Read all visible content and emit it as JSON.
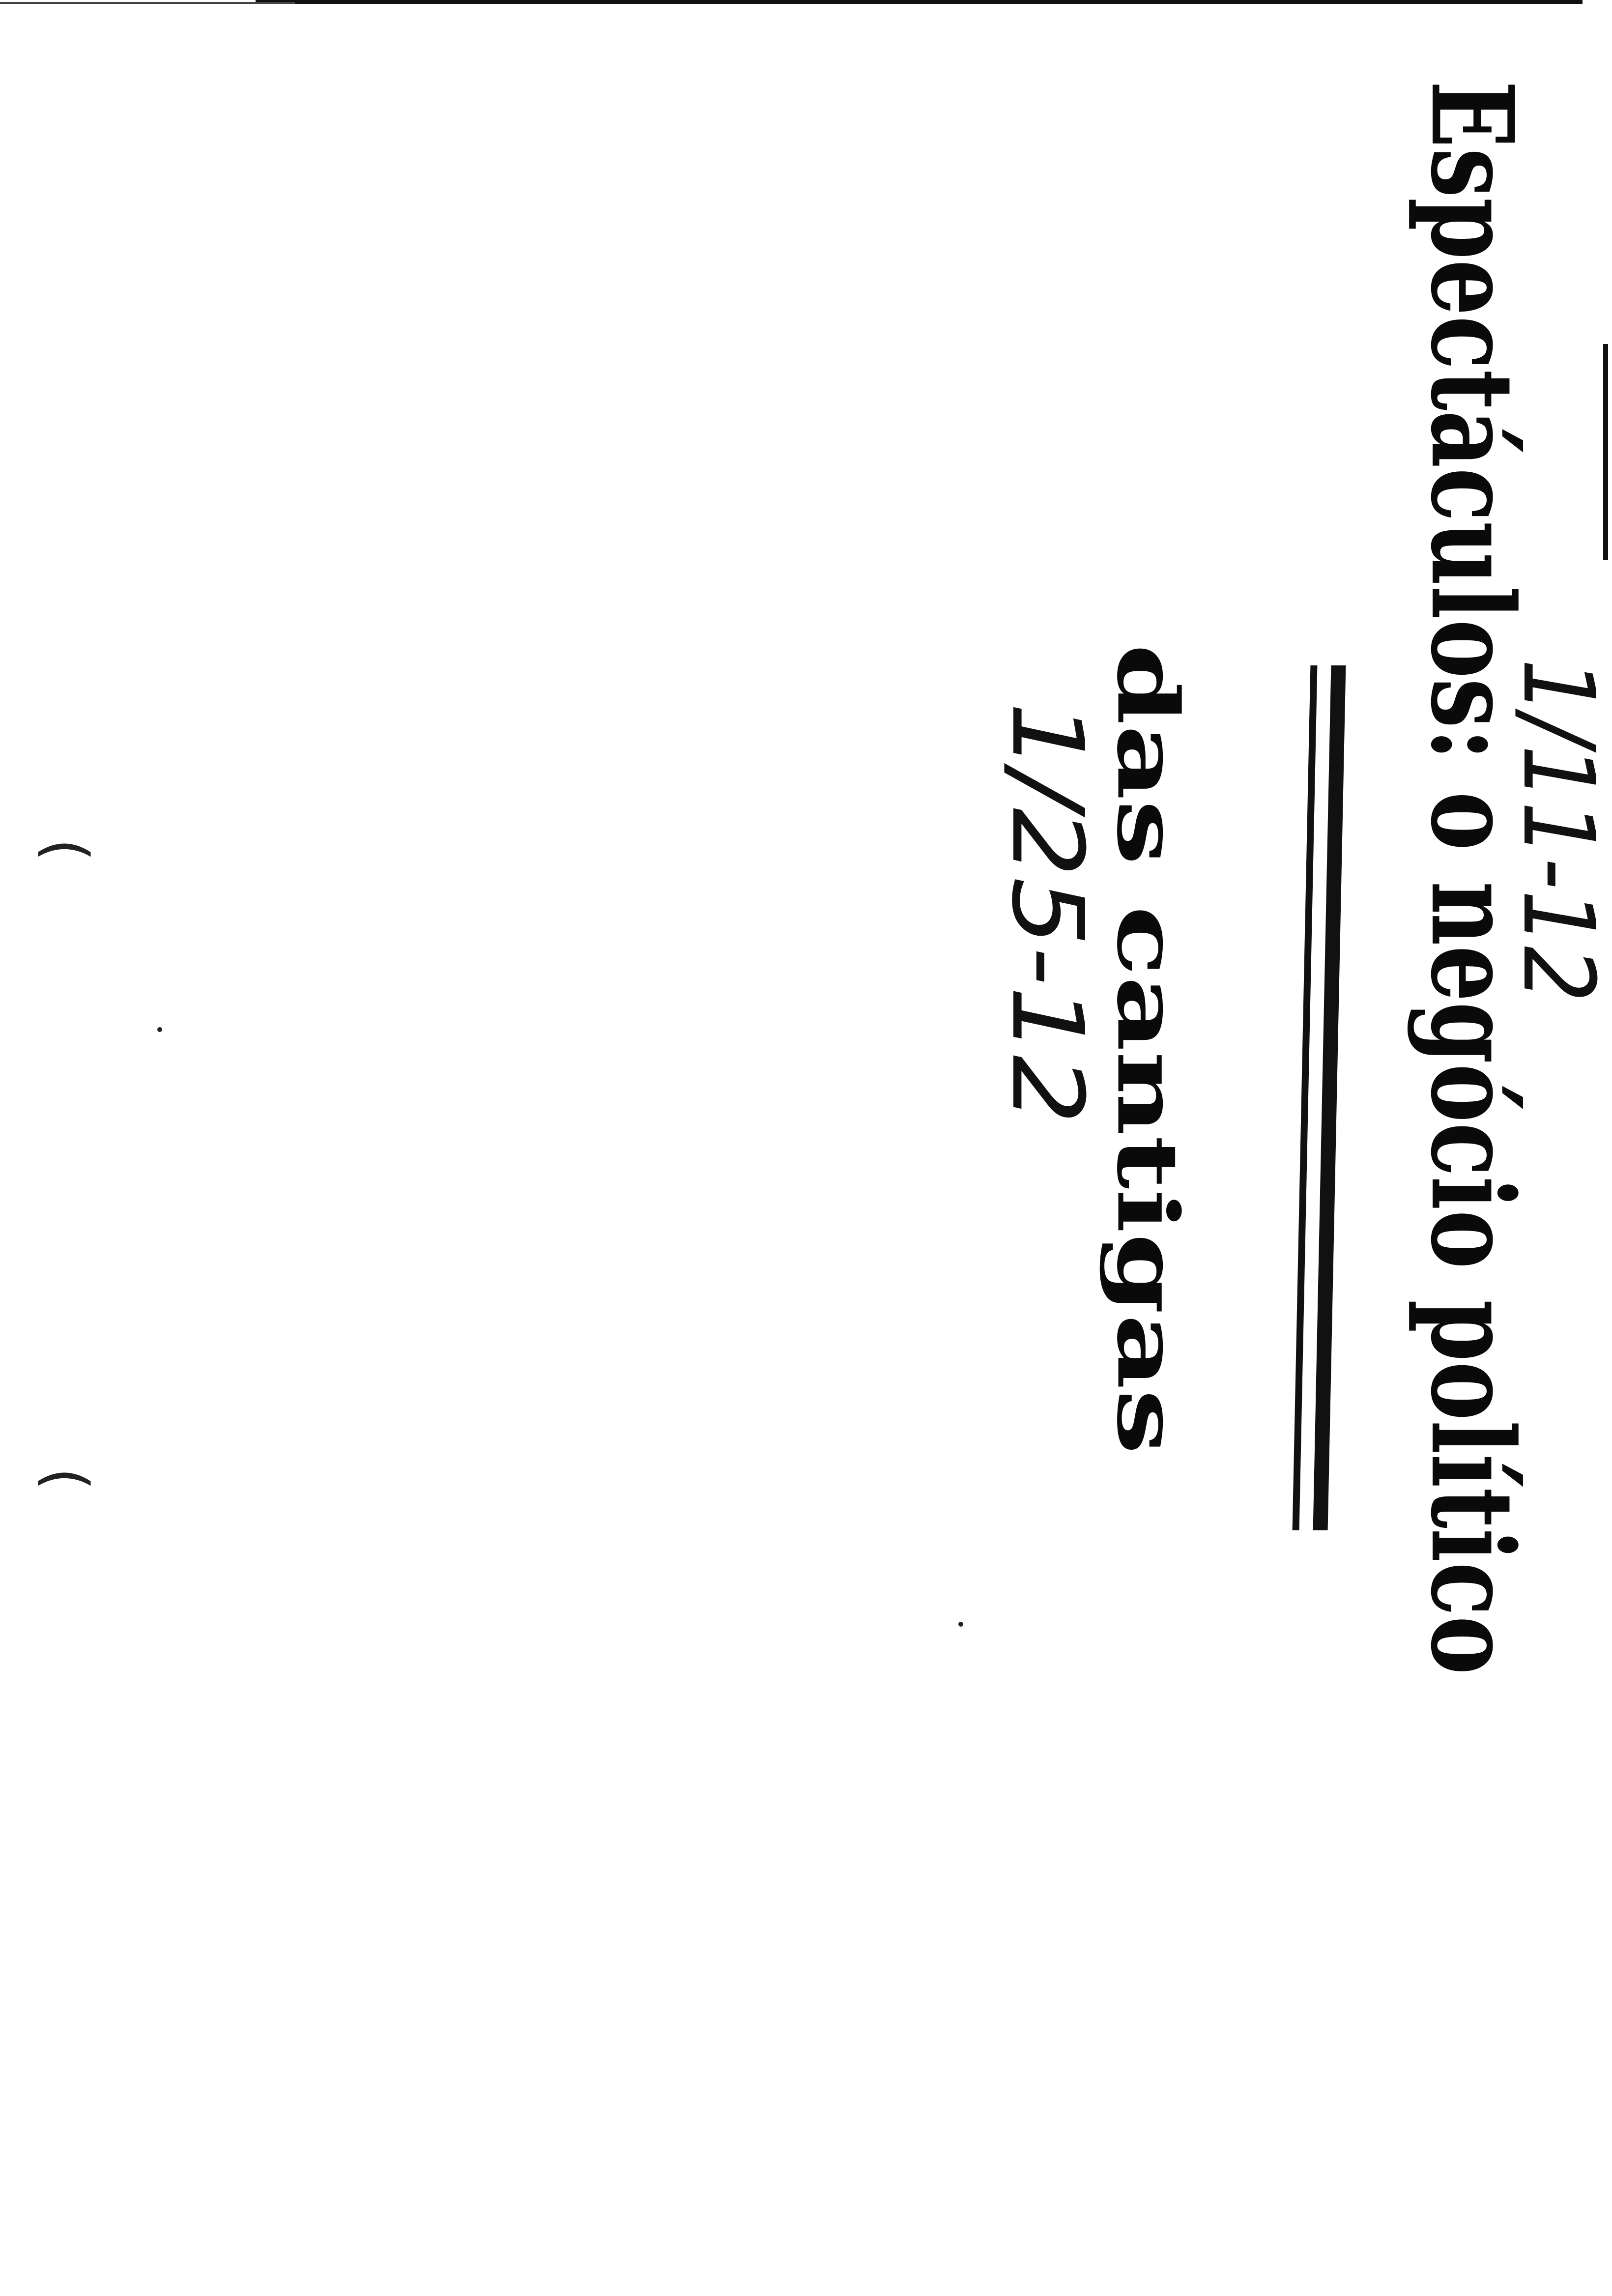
{
  "document": {
    "headline": "Espectáculos: o negócio político",
    "subheadline": "das cantigas",
    "handwritten_notes": [
      "1/11-12",
      "1/25-12"
    ],
    "ink_color": "#0a0a0a",
    "paper_color": "#ffffff"
  }
}
